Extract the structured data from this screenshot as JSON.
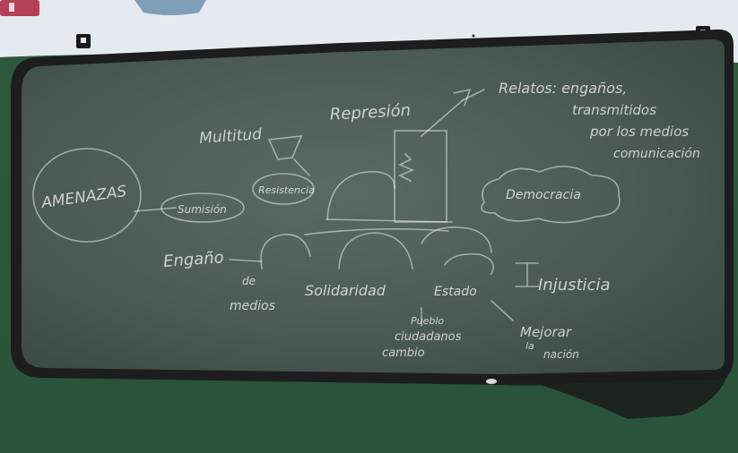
{
  "board": {
    "title": "AMENAZAS",
    "top_label": "Represión",
    "top_right": [
      "Relatos: engaños,",
      "transmitidos",
      "por los medios",
      "comunicación"
    ],
    "left_label": "Multitud",
    "bubble_left": "Sumisión",
    "bubble_mid": "Resistencia",
    "bubble_right": "Democracia",
    "engano": "Engaño",
    "engano_sub": [
      "de",
      "medios"
    ],
    "solidaridad": "Solidaridad",
    "estado": "Estado",
    "injusticia": "Injusticia",
    "bottom_center": [
      "Pueblo",
      "ciudadanos",
      "cambio"
    ],
    "bottom_right": [
      "Mejorar",
      "la",
      "nación"
    ]
  },
  "colors": {
    "wall": "#2f5b3f",
    "ceiling": "#e6ecf0",
    "board": "#4a5a52",
    "frame": "#1c1d1c",
    "chalk": "#e8ebe6"
  }
}
